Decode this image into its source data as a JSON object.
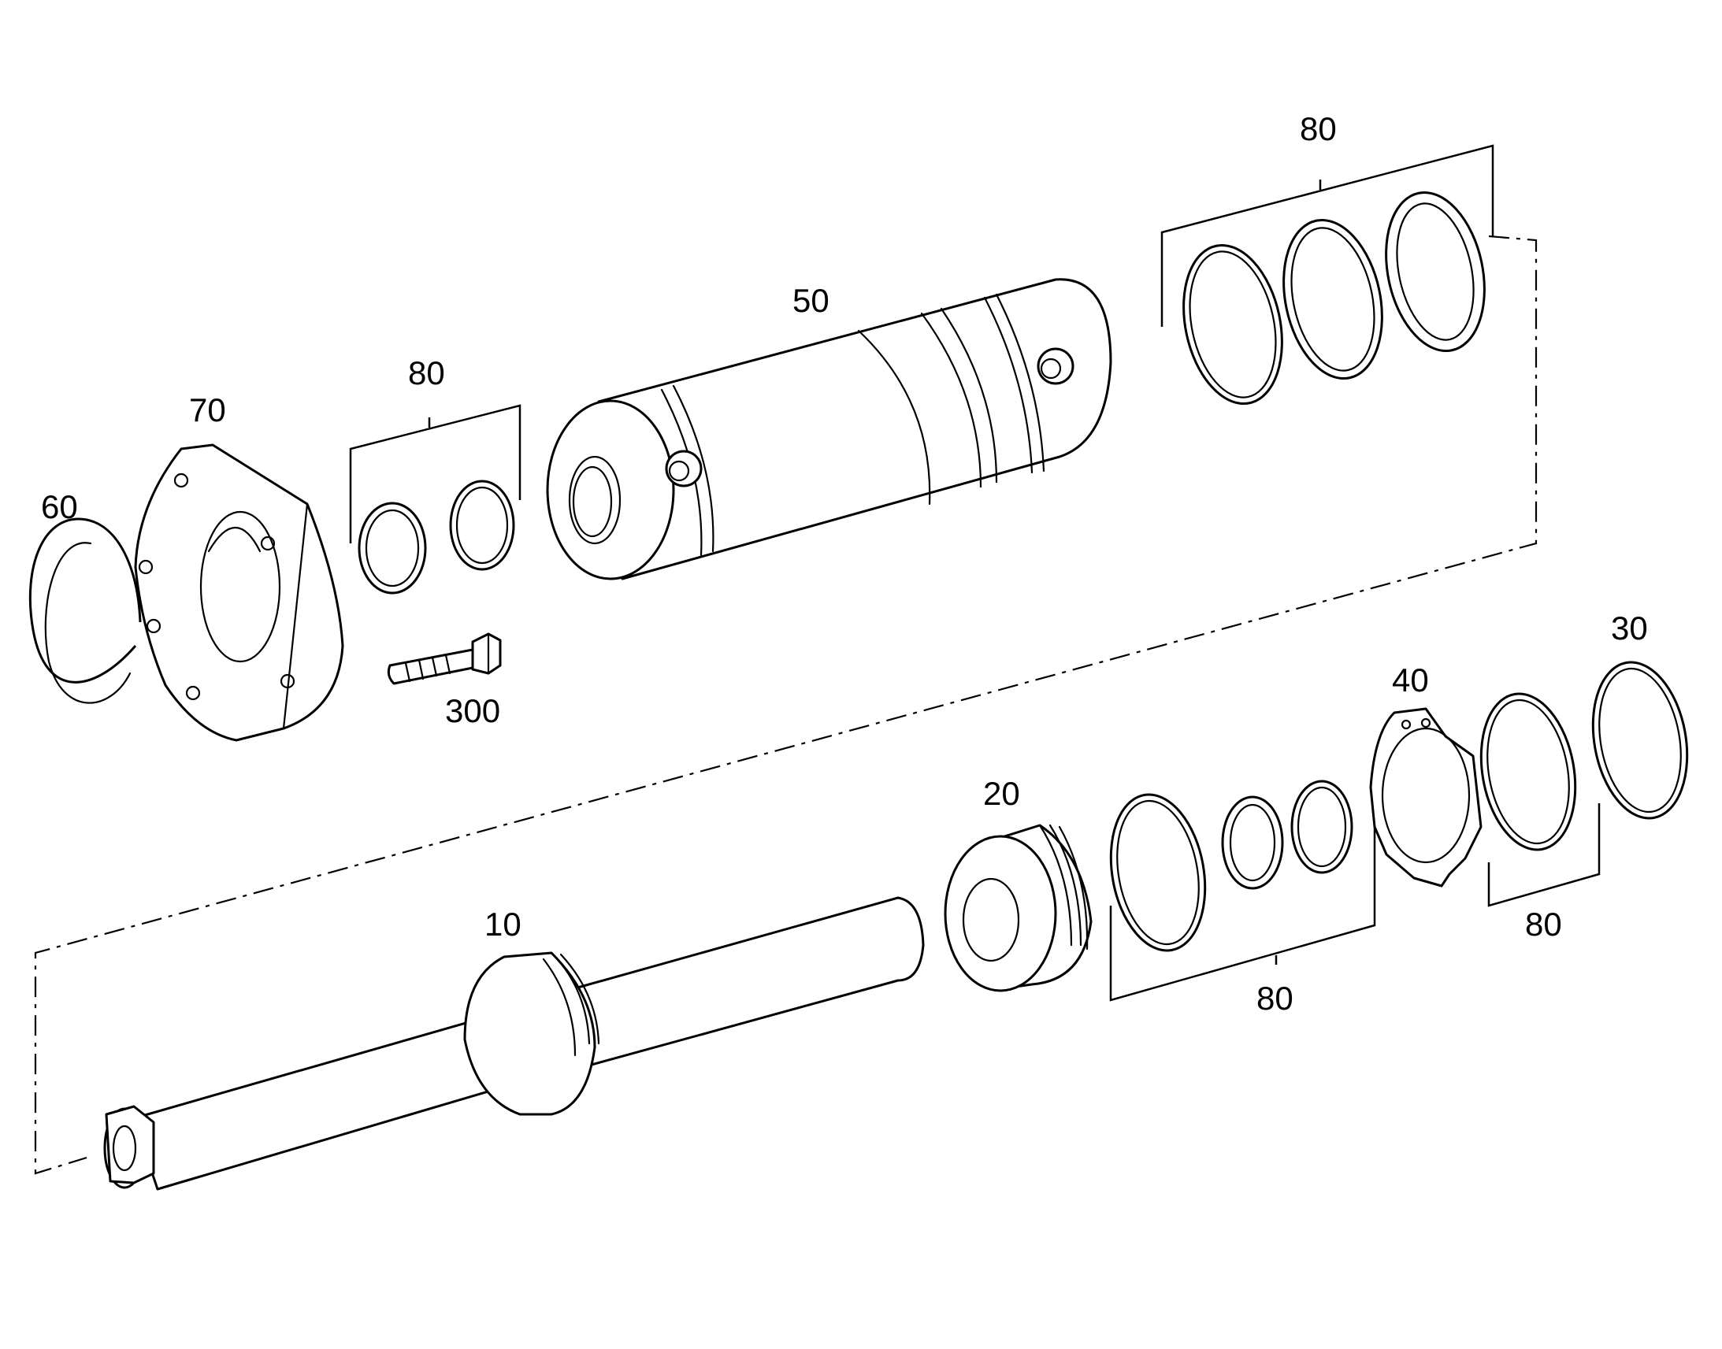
{
  "diagram": {
    "callouts": {
      "shaft": "10",
      "piston": "20",
      "ring_30": "30",
      "lock_washer": "40",
      "cylinder_tube": "50",
      "snap_ring": "60",
      "flange": "70",
      "seal_kit_top_right": "80",
      "seal_kit_middle": "80",
      "seal_kit_bottom_center": "80",
      "seal_kit_bottom_right": "80",
      "bolt": "300"
    },
    "line_color": "#000000",
    "background_color": "#ffffff"
  }
}
